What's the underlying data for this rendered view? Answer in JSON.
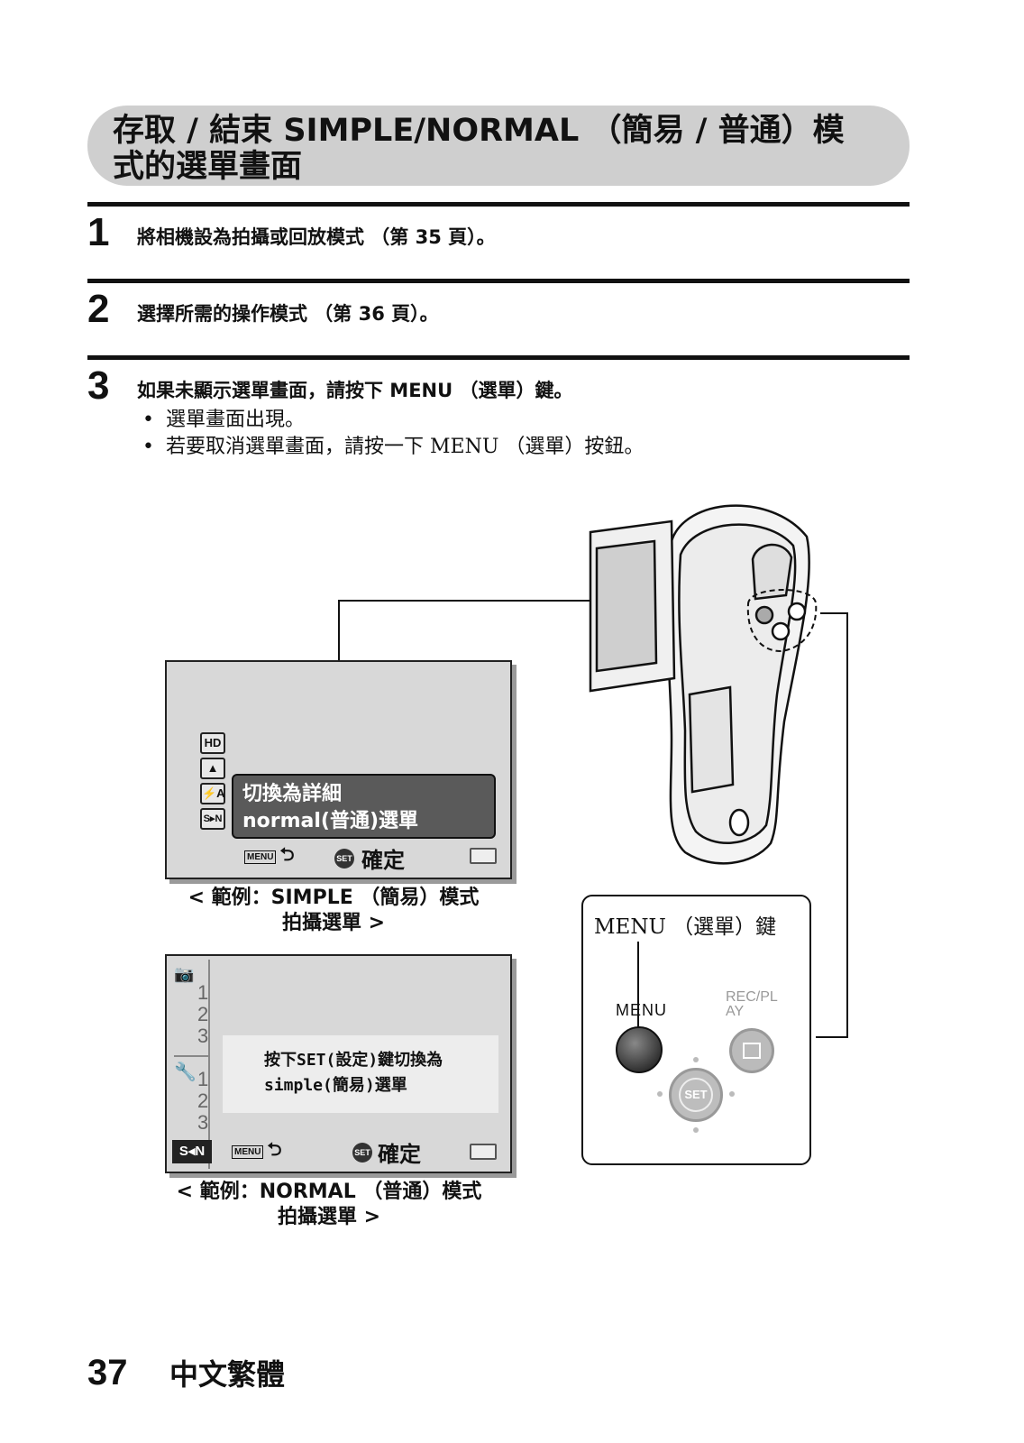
{
  "title": "存取 / 結束 SIMPLE/NORMAL （簡易 / 普通）模式的選單畫面",
  "steps": [
    {
      "number": "1",
      "text": "將相機設為拍攝或回放模式 （第 35 頁）。"
    },
    {
      "number": "2",
      "text": "選擇所需的操作模式 （第 36 頁）。"
    },
    {
      "number": "3",
      "text": "如果未顯示選單畫面，請按下 MENU （選單）鍵。"
    }
  ],
  "bullets": [
    "選單畫面出現。",
    "若要取消選單畫面，請按一下 MENU （選單）按鈕。"
  ],
  "simple_screen": {
    "icons": [
      "HD",
      "▲",
      "⚡A",
      "S▸N"
    ],
    "popup_line1": "切換為詳細",
    "popup_line2": "normal(普通)選單",
    "menu_key": "MENU",
    "set_key": "SET",
    "confirm": "確定",
    "caption_line1": "< 範例：SIMPLE （簡易）模式",
    "caption_line2": "拍攝選單 >"
  },
  "normal_screen": {
    "tabs_camera": [
      "1",
      "2",
      "3"
    ],
    "tabs_setup": [
      "1",
      "2",
      "3"
    ],
    "mode_badge": "S◂N",
    "popup_line1": "按下SET(設定)鍵切換為",
    "popup_line2": "simple(簡易)選單",
    "menu_key": "MENU",
    "set_key": "SET",
    "confirm": "確定",
    "caption_line1": "< 範例：NORMAL （普通）模式",
    "caption_line2": "拍攝選單 >"
  },
  "callout": {
    "label": "MENU （選單）鍵",
    "menu_button_label": "MENU",
    "rec_play_label": "REC/PLAY",
    "set_label": "SET"
  },
  "footer": {
    "page_number": "37",
    "language": "中文繁體"
  }
}
